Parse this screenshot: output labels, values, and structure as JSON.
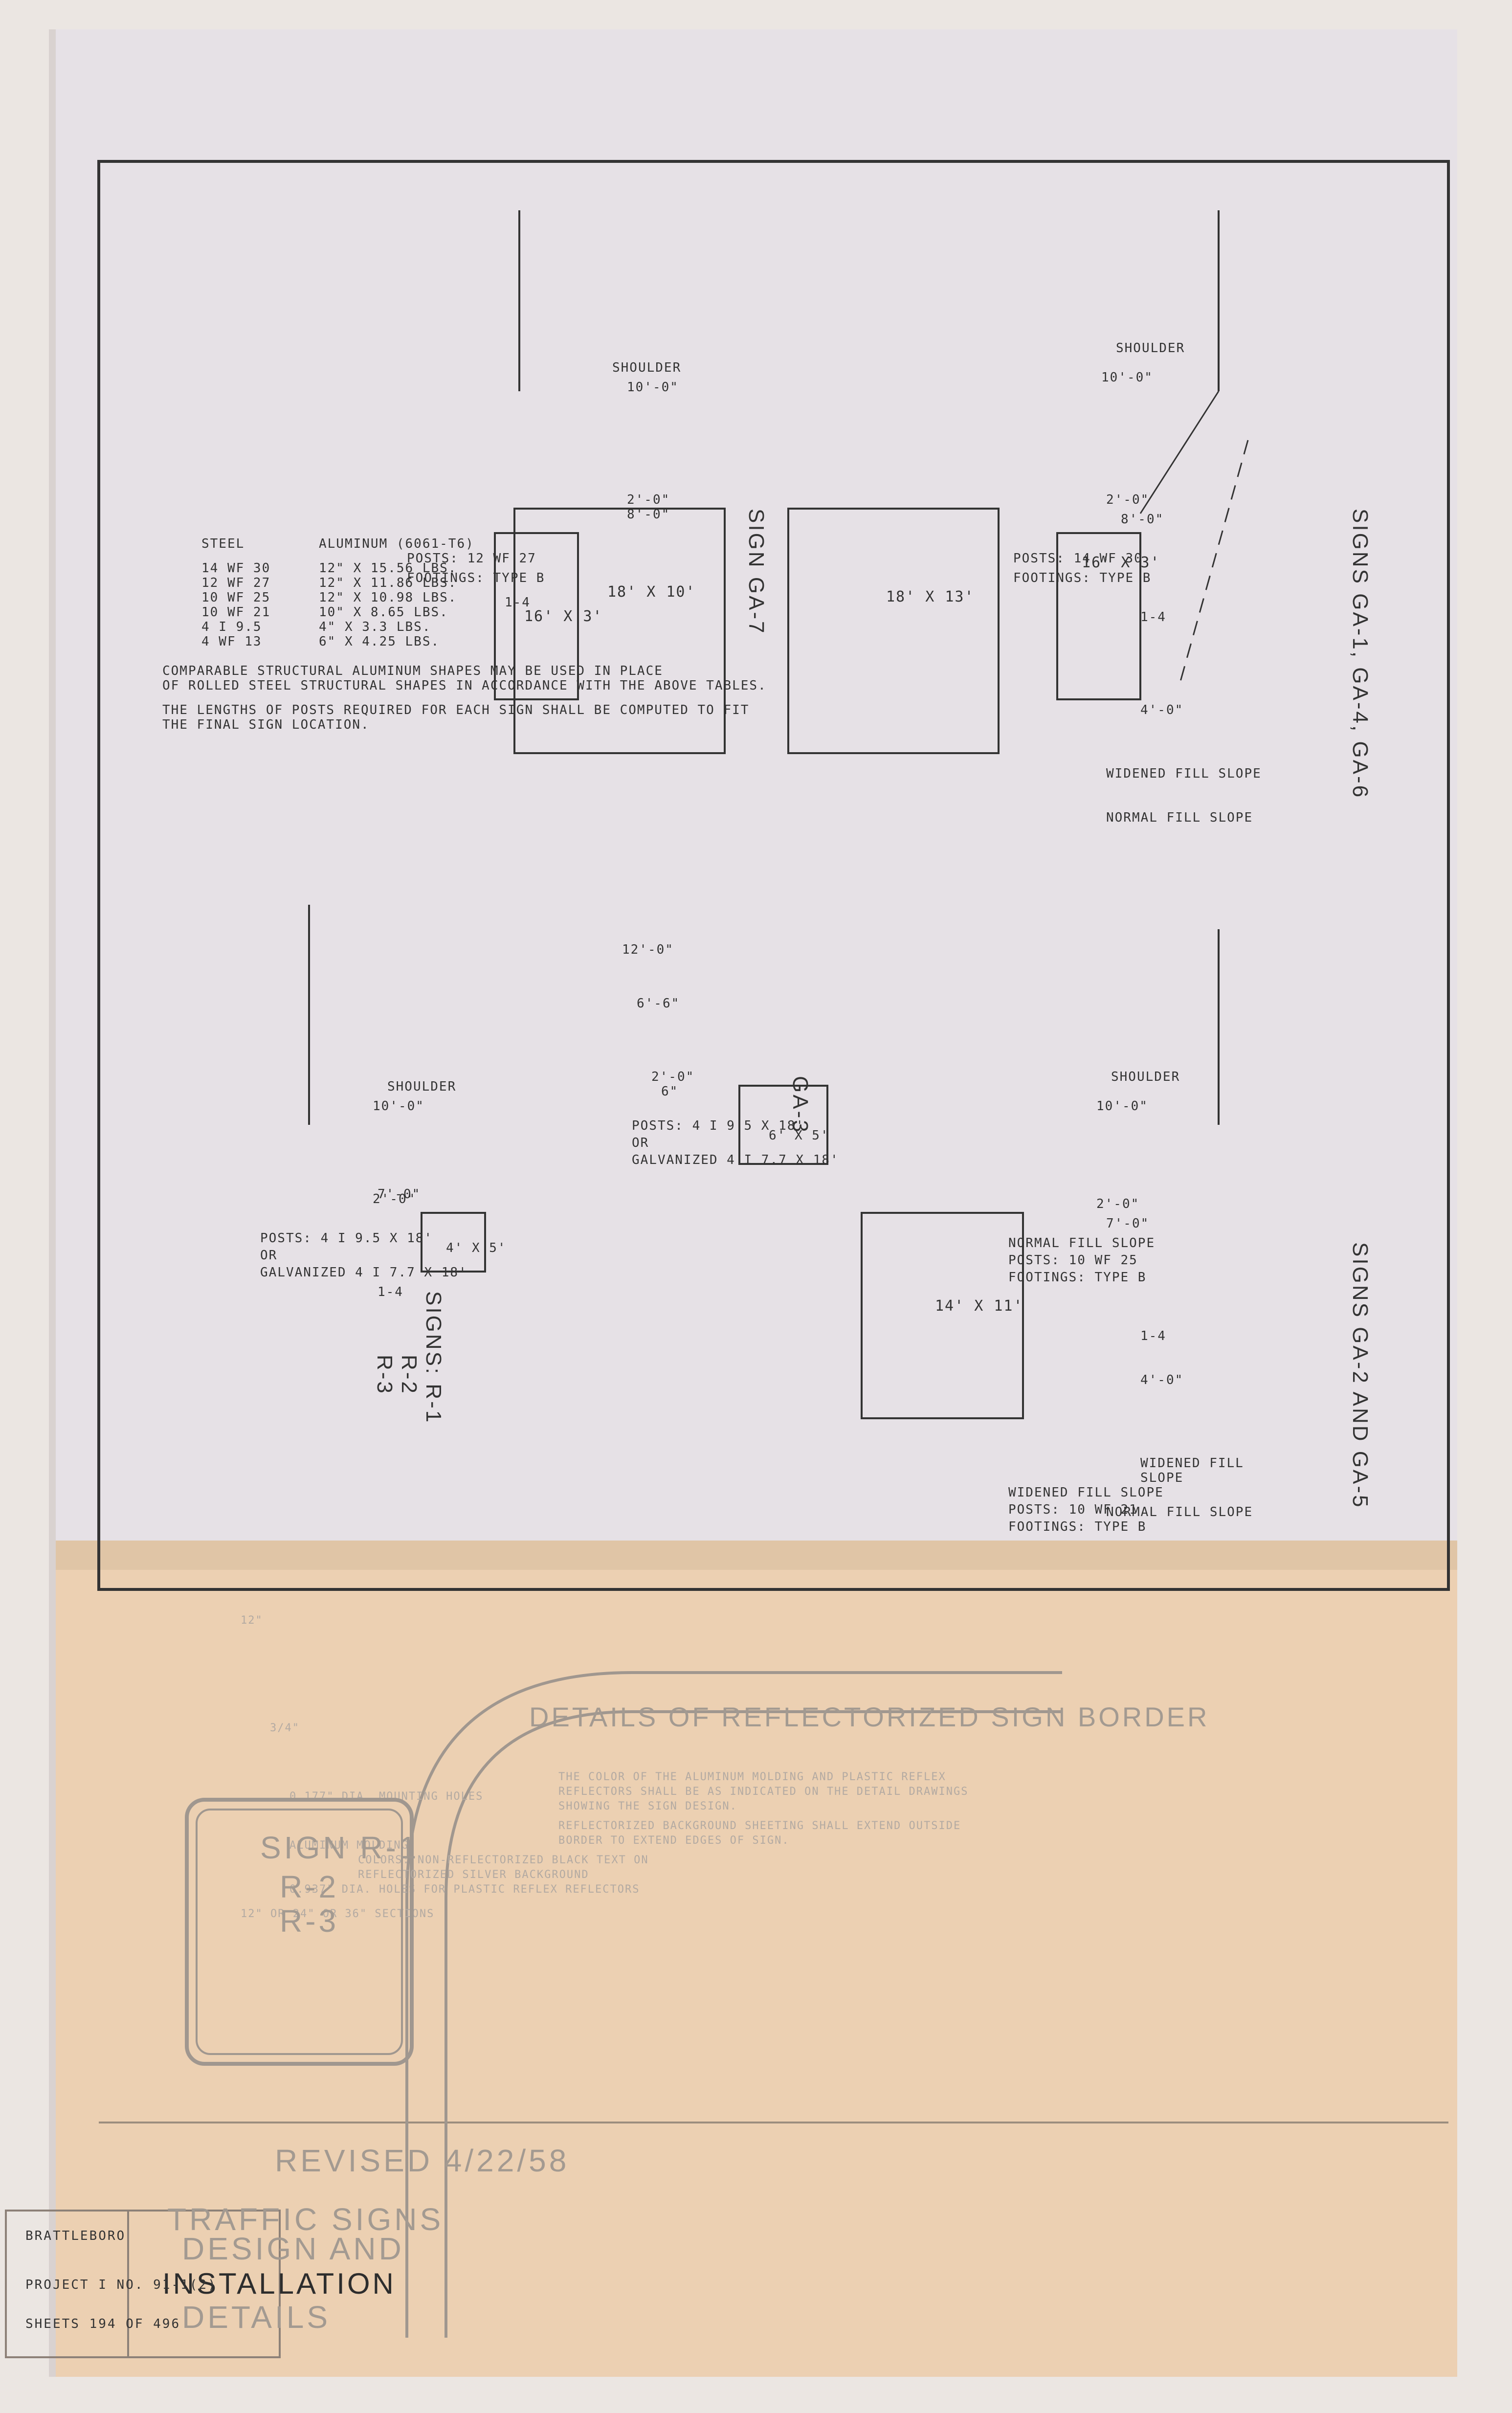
{
  "gaSigns": {
    "title": "SIGNS GA-1, GA-4, GA-6",
    "signSize": "18' X 13'",
    "beamSize": "16' X 3'",
    "shoulder": "SHOULDER",
    "dimShoulder": "10'-0\"",
    "dimSign": "2'-0\"",
    "dimOffset": "8'-0\"",
    "dimPost": "4'-0\"",
    "slopeLabel": "1-4",
    "widenedFill": "WIDENED FILL SLOPE",
    "normalFill": "NORMAL FILL SLOPE",
    "posts": "POSTS: 14 WF 30",
    "footings": "FOOTINGS: TYPE B"
  },
  "ga2Signs": {
    "title": "SIGNS GA-2 AND GA-5",
    "signSize": "14' X 11'",
    "shoulder": "SHOULDER",
    "dimShoulder": "10'-0\"",
    "dimSign": "2'-0\"",
    "dimOffset": "7'-0\"",
    "dimPost": "4'-0\"",
    "slopeLabel": "1-4",
    "widenedFillA": "WIDENED FILL",
    "widenedFillB": "SLOPE",
    "normalFill": "NORMAL FILL SLOPE",
    "normalNote1": "NORMAL FILL SLOPE",
    "normalNote2": "POSTS: 10 WF 25",
    "normalNote3": "FOOTINGS: TYPE B",
    "widenedNote1": "WIDENED FILL SLOPE",
    "widenedNote2": "POSTS: 10 WF 21",
    "widenedNote3": "FOOTINGS: TYPE B"
  },
  "ga7": {
    "title": "SIGN GA-7",
    "signSize": "18' X 10'",
    "beamSize": "16' X 3'",
    "shoulder": "SHOULDER",
    "dimShoulder": "10'-0\"",
    "dimSign": "2'-0\"",
    "dimOffset": "8'-0\"",
    "slopeLabel": "1-4",
    "posts": "POSTS: 12 WF 27",
    "footings": "FOOTINGS: TYPE B"
  },
  "ga3": {
    "title": "GA-3",
    "signSize": "6' X 5'",
    "dim1": "12'-0\"",
    "dim2": "6'-6\"",
    "dim3": "2'-0\"",
    "dim4": "6\"",
    "posts": "POSTS: 4 I 9.5 X 18'",
    "or": "OR",
    "galv": "GALVANIZED 4 I 7.7 X 18'"
  },
  "rSigns": {
    "title": "SIGNS: R-1",
    "title2": "R-2",
    "title3": "R-3",
    "signSize": "4' X 5'",
    "shoulder": "SHOULDER",
    "dimShoulder": "10'-0\"",
    "dimSign": "2'-0\"",
    "dimOffset": "7'-0\"",
    "slopeLabel": "1-4",
    "posts": "POSTS: 4 I 9.5 X 18'",
    "or": "OR",
    "galv": "GALVANIZED 4 I 7.7 X 18'"
  },
  "table": {
    "headSteel": "STEEL",
    "headAlum": "ALUMINUM (6061-T6)",
    "rows": [
      [
        "14 WF 30",
        "12\" X 15.56 LBS."
      ],
      [
        "12 WF 27",
        "12\" X 11.86 LBS."
      ],
      [
        "10 WF 25",
        "12\" X 10.98 LBS."
      ],
      [
        "10 WF 21",
        "10\" X 8.65 LBS."
      ],
      [
        "4 I 9.5",
        "4\" X 3.3 LBS."
      ],
      [
        "4 WF 13",
        "6\" X 4.25 LBS."
      ]
    ],
    "note1": "COMPARABLE STRUCTURAL ALUMINUM SHAPES MAY BE USED IN PLACE",
    "note2": "OF ROLLED STEEL STRUCTURAL SHAPES IN ACCORDANCE WITH THE ABOVE TABLES.",
    "note3": "THE LENGTHS OF POSTS REQUIRED FOR EACH SIGN SHALL BE COMPUTED TO FIT",
    "note4": "THE FINAL SIGN LOCATION."
  },
  "border": {
    "title": "DETAILS OF REFLECTORIZED SIGN BORDER",
    "sections": "12\" OR 24\" OR 36\" SECTIONS",
    "dim12": "12\"",
    "dimA": "3/4\"",
    "holes": "0.177\" DIA. MOUNTING HOLES",
    "molding": "ALUMINUM MOLDING",
    "reflex": "0.937\" DIA. HOLES FOR PLASTIC REFLEX REFLECTORS",
    "note1": "THE COLOR OF THE ALUMINUM MOLDING AND PLASTIC REFLEX",
    "note2": "REFLECTORS SHALL BE AS INDICATED ON THE DETAIL DRAWINGS",
    "note3": "SHOWING THE SIGN DESIGN.",
    "note4": "REFLECTORIZED BACKGROUND SHEETING SHALL EXTEND OUTSIDE",
    "note5": "BORDER TO EXTEND EDGES OF SIGN."
  },
  "rSignDetail": {
    "line1": "SIGN R-1",
    "line2": "R-2",
    "line3": "R-3",
    "colors": "COLORS: NON-REFLECTORIZED BLACK TEXT ON",
    "colors2": "REFLECTORIZED SILVER BACKGROUND"
  },
  "titleBlock": {
    "revised": "REVISED 4/22/58",
    "line1": "TRAFFIC SIGNS",
    "line2": "DESIGN AND",
    "line3": "INSTALLATION",
    "line4": "DETAILS",
    "town": "BRATTLEBORO",
    "project": "PROJECT I NO. 91-1(2)",
    "sheets": "SHEETS 194 OF 496"
  }
}
